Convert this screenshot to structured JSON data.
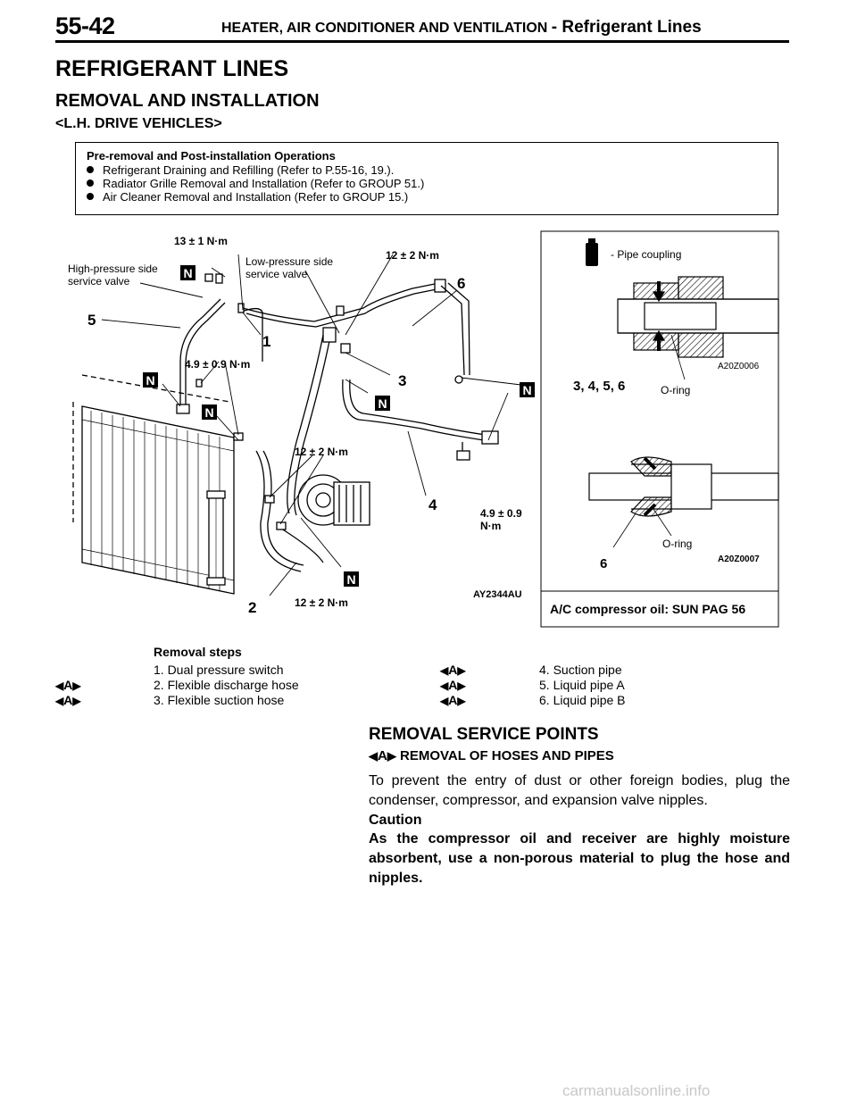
{
  "header": {
    "page_number": "55-42",
    "group_title": "HEATER, AIR CONDITIONER AND VENTILATION",
    "section_title": "- Refrigerant Lines"
  },
  "title": "REFRIGERANT LINES",
  "subtitle": "REMOVAL AND INSTALLATION",
  "vehicle_note": "<L.H. DRIVE VEHICLES>",
  "operations": {
    "title": "Pre-removal and Post-installation Operations",
    "items": [
      "Refrigerant Draining and Refilling (Refer to P.55-16, 19.).",
      "Radiator Grille Removal and Installation (Refer to GROUP 51.)",
      "Air Cleaner Removal and Installation (Refer to GROUP 15.)"
    ]
  },
  "diagram": {
    "torques": {
      "t13": "13 ± 1 N·m",
      "t12a": "12 ± 2 N·m",
      "t49a": "4.9 ± 0.9 N·m",
      "t12b": "12 ± 2 N·m",
      "t49b_1": "4.9 ± 0.9",
      "t49b_2": "N·m",
      "t12c": "12 ± 2 N·m"
    },
    "labels": {
      "high_pressure_1": "High-pressure side",
      "high_pressure_2": "service valve",
      "low_pressure_1": "Low-pressure side",
      "low_pressure_2": "service valve"
    },
    "callouts": [
      "1",
      "2",
      "3",
      "4",
      "5",
      "6"
    ],
    "n_mark": "N",
    "figure_code": "AY2344AU",
    "inset": {
      "legend": "- Pipe coupling",
      "code_top": "A20Z0006",
      "ring_top": "O-ring",
      "parts_top": "3, 4, 5, 6",
      "ring_bottom": "O-ring",
      "parts_bottom": "6",
      "code_bottom": "A20Z0007",
      "oil_note": "A/C compressor oil: SUN PAG 56"
    }
  },
  "removal_steps": {
    "heading": "Removal steps",
    "mark_letter": "A",
    "left": [
      {
        "mark": "",
        "text": "1. Dual pressure switch"
      },
      {
        "mark": "A",
        "text": "2. Flexible discharge hose"
      },
      {
        "mark": "A",
        "text": "3. Flexible suction hose"
      }
    ],
    "right": [
      {
        "mark": "A",
        "text": "4. Suction pipe"
      },
      {
        "mark": "A",
        "text": "5. Liquid pipe A"
      },
      {
        "mark": "A",
        "text": "6. Liquid pipe B"
      }
    ]
  },
  "service_points": {
    "title": "REMOVAL SERVICE POINTS",
    "subheading": "REMOVAL OF HOSES AND PIPES",
    "body": "To prevent the entry of dust or other foreign bodies, plug the condenser, compressor, and expansion valve nipples.",
    "caution_label": "Caution",
    "caution_text": "As the compressor oil and receiver are highly moisture absorbent, use a non-porous material to plug the hose and nipples."
  },
  "watermark": "carmanualsonline.info"
}
